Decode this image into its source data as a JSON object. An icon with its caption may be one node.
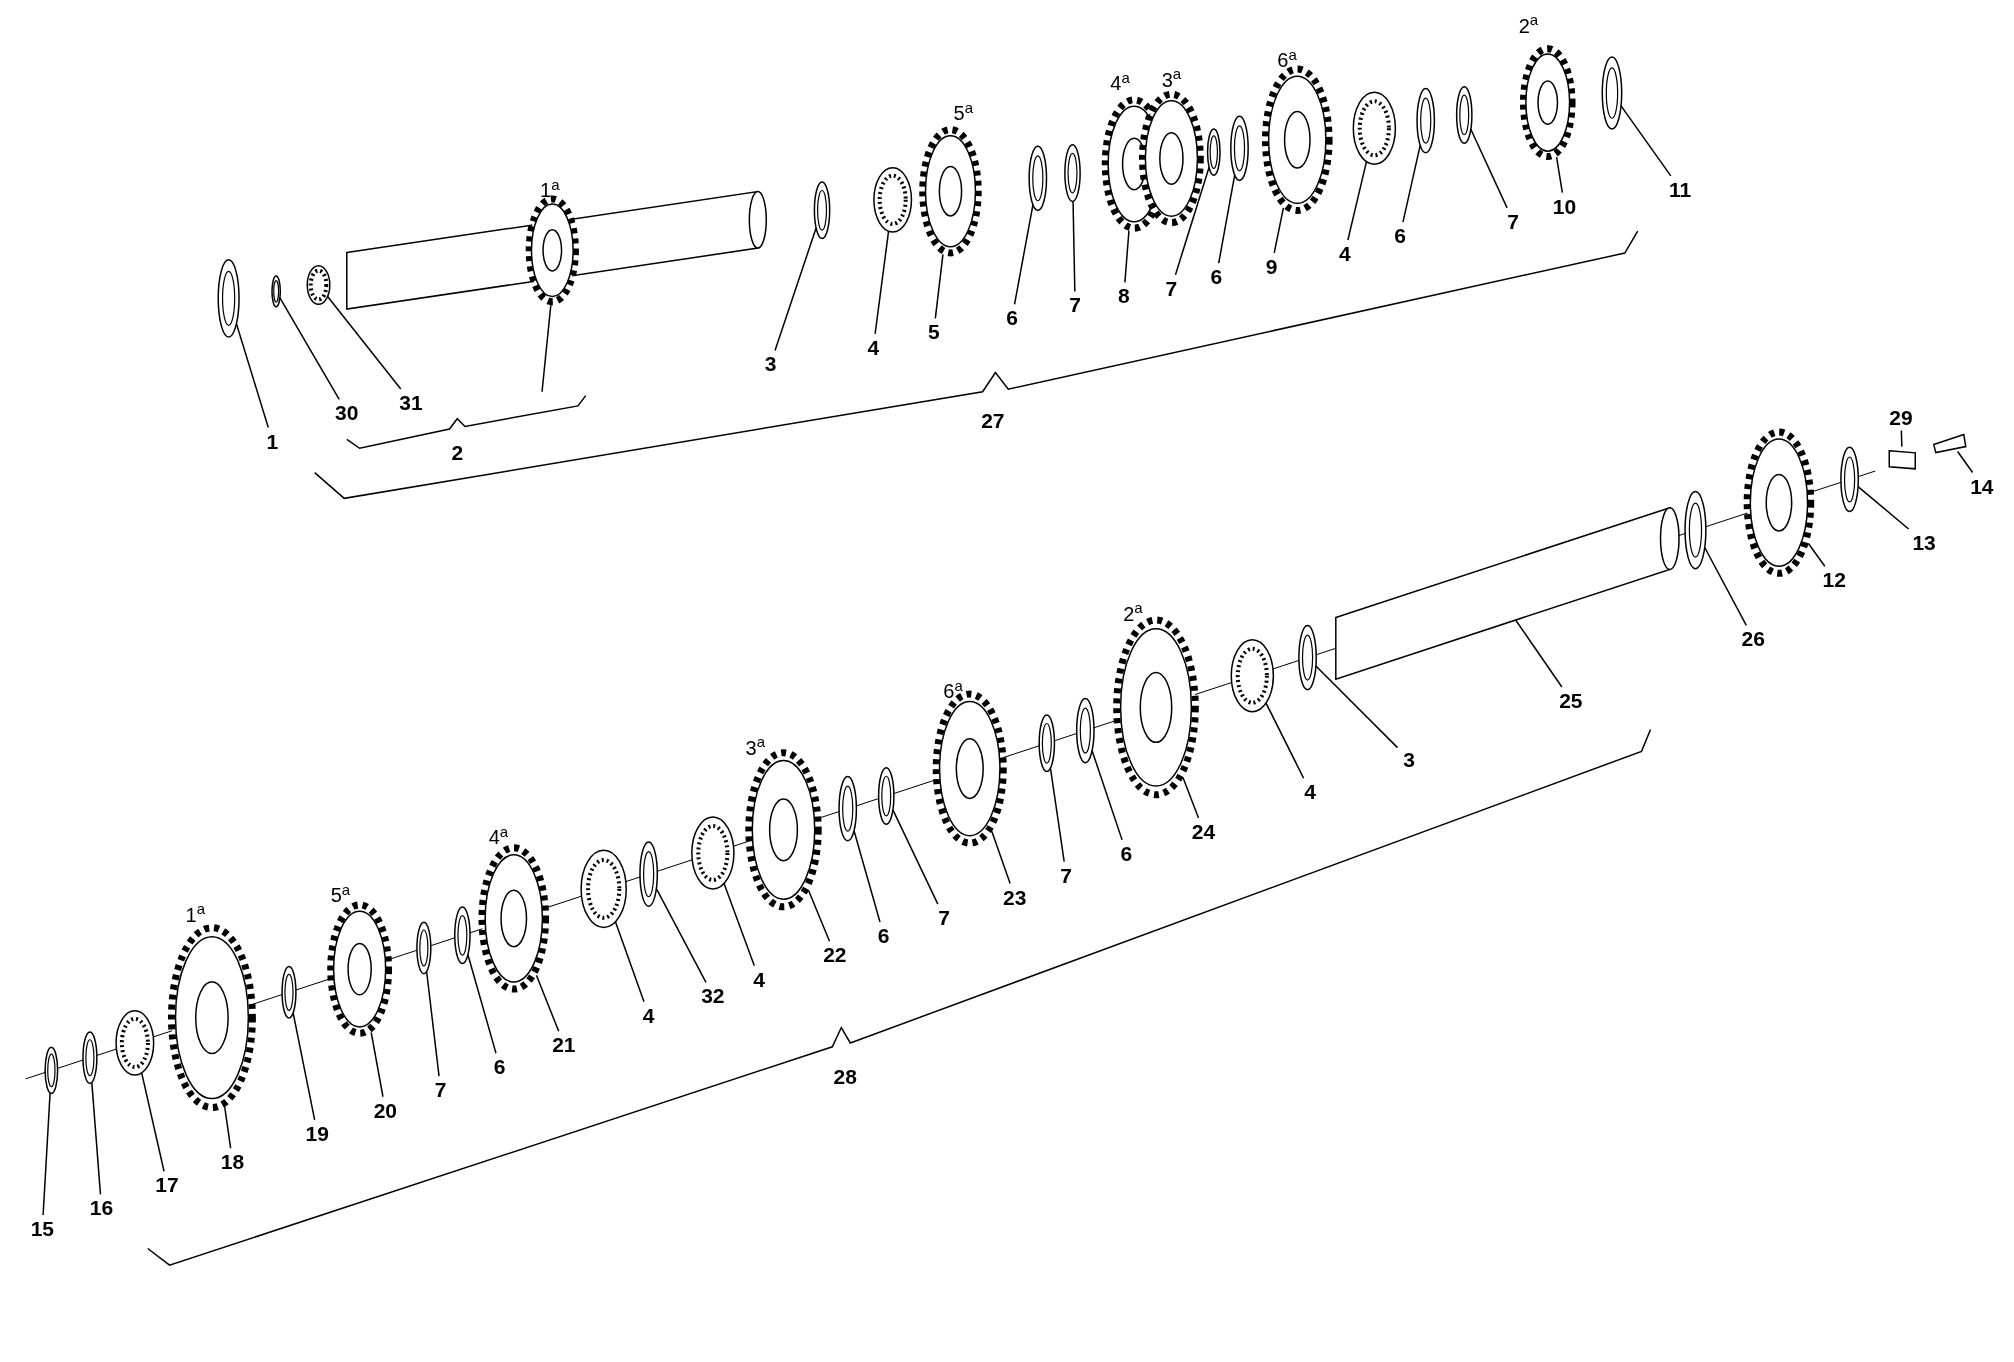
{
  "diagram": {
    "nodes": [
      {
        "text": [
          "1"
        ]
      },
      {
        "text": [
          "30"
        ]
      },
      {
        "text": [
          "31"
        ]
      },
      {
        "text": [
          "3"
        ]
      },
      {
        "text": [
          "4"
        ]
      },
      {
        "text": [
          "5"
        ]
      },
      {
        "text": [
          "6"
        ]
      },
      {
        "text": [
          "7"
        ]
      },
      {
        "text": [
          "8"
        ]
      },
      {
        "text": [
          "7"
        ]
      },
      {
        "text": [
          "6"
        ]
      },
      {
        "text": [
          "9"
        ]
      },
      {
        "text": [
          "4"
        ]
      },
      {
        "text": [
          "6"
        ]
      },
      {
        "text": [
          "7"
        ]
      },
      {
        "text": [
          "10"
        ]
      },
      {
        "text": [
          "11"
        ]
      },
      {
        "text": [
          "29"
        ]
      },
      {
        "text": [
          "14"
        ]
      },
      {
        "text": [
          "13"
        ]
      },
      {
        "text": [
          "12"
        ]
      },
      {
        "text": [
          "26"
        ]
      },
      {
        "text": [
          "25"
        ]
      },
      {
        "text": [
          "3"
        ]
      },
      {
        "text": [
          "4"
        ]
      },
      {
        "text": [
          "24"
        ]
      },
      {
        "text": [
          "6"
        ]
      },
      {
        "text": [
          "7"
        ]
      },
      {
        "text": [
          "23"
        ]
      },
      {
        "text": [
          "7"
        ]
      },
      {
        "text": [
          "6"
        ]
      },
      {
        "text": [
          "22"
        ]
      },
      {
        "text": [
          "4"
        ]
      },
      {
        "text": [
          "32"
        ]
      },
      {
        "text": [
          "4"
        ]
      },
      {
        "text": [
          "21"
        ]
      },
      {
        "text": [
          "6"
        ]
      },
      {
        "text": [
          "7"
        ]
      },
      {
        "text": [
          "20"
        ]
      },
      {
        "text": [
          "19"
        ]
      },
      {
        "text": [
          "18"
        ]
      },
      {
        "text": [
          "17"
        ]
      },
      {
        "text": [
          "16"
        ]
      },
      {
        "text": [
          "15"
        ]
      },
      {
        "text": [],
        "shape": "ring"
      },
      {
        "text": [],
        "shape": "ring"
      },
      {
        "text": [],
        "shape": "bearing"
      },
      {
        "text": [],
        "shape": "shaft",
        "beside": [
          "1$^{a}$"
        ]
      },
      {
        "text": [],
        "shape": "ring"
      },
      {
        "text": [],
        "shape": "bearing"
      },
      {
        "text": [],
        "shape": "gear",
        "beside": [
          "5$^{a}$"
        ]
      },
      {
        "text": [],
        "shape": "ring"
      },
      {
        "text": [],
        "shape": "ring"
      },
      {
        "text": [],
        "shape": "gear",
        "beside": [
          "4$^{a}$",
          "3$^{a}$"
        ]
      },
      {
        "text": [],
        "shape": "ring"
      },
      {
        "text": [],
        "shape": "ring"
      },
      {
        "text": [],
        "shape": "gear",
        "beside": [
          "6$^{a}$"
        ]
      },
      {
        "text": [],
        "shape": "bearing"
      },
      {
        "text": [],
        "shape": "ring"
      },
      {
        "text": [],
        "shape": "ring"
      },
      {
        "text": [],
        "shape": "gear",
        "beside": [
          "2$^{a}$"
        ]
      },
      {
        "text": [],
        "shape": "ring"
      },
      {
        "text": [],
        "shape": "ring"
      },
      {
        "text": [],
        "shape": "ring"
      },
      {
        "text": [],
        "shape": "bearing"
      },
      {
        "text": [],
        "shape": "gear",
        "beside": [
          "1$^{a}$"
        ]
      },
      {
        "text": [],
        "shape": "ring"
      },
      {
        "text": [],
        "shape": "gear",
        "beside": [
          "5$^{a}$"
        ]
      },
      {
        "text": [],
        "shape": "ring"
      },
      {
        "text": [],
        "shape": "ring"
      },
      {
        "text": [],
        "shape": "gear",
        "beside": [
          "4$^{a}$"
        ]
      },
      {
        "text": [],
        "shape": "bearing"
      },
      {
        "text": [],
        "shape": "ring"
      },
      {
        "text": [],
        "shape": "bearing"
      },
      {
        "text": [],
        "shape": "gear",
        "beside": [
          "3$^{a}$"
        ]
      },
      {
        "text": [],
        "shape": "ring"
      },
      {
        "text": [],
        "shape": "ring"
      },
      {
        "text": [],
        "shape": "gear",
        "beside": [
          "6$^{a}$"
        ]
      },
      {
        "text": [],
        "shape": "ring"
      },
      {
        "text": [],
        "shape": "ring"
      },
      {
        "text": [],
        "shape": "gear",
        "beside": [
          "2$^{a}$"
        ]
      },
      {
        "text": [],
        "shape": "bearing"
      },
      {
        "text": [],
        "shape": "ring"
      },
      {
        "text": [],
        "shape": "shaft"
      },
      {
        "text": [],
        "shape": "ring"
      },
      {
        "text": [],
        "shape": "gear"
      },
      {
        "text": [],
        "shape": "ring"
      },
      {
        "text": [],
        "shape": "nut"
      },
      {
        "text": [],
        "shape": "bolt"
      }
    ],
    "edges": [
      {
        "from": 0,
        "to": 44,
        "arrow": "none"
      },
      {
        "from": 1,
        "to": 45,
        "arrow": "none"
      },
      {
        "from": 2,
        "to": 46,
        "arrow": "none"
      },
      {
        "from": 3,
        "to": 48,
        "arrow": "none"
      },
      {
        "from": 4,
        "to": 49,
        "arrow": "none"
      },
      {
        "from": 5,
        "to": 50,
        "arrow": "none"
      },
      {
        "from": 6,
        "to": 51,
        "arrow": "none"
      },
      {
        "from": 7,
        "to": 52,
        "arrow": "none"
      },
      {
        "from": 8,
        "to": 53,
        "arrow": "none"
      },
      {
        "from": 9,
        "to": 54,
        "arrow": "none"
      },
      {
        "from": 10,
        "to": 55,
        "arrow": "none"
      },
      {
        "from": 11,
        "to": 56,
        "arrow": "none"
      },
      {
        "from": 12,
        "to": 57,
        "arrow": "none"
      },
      {
        "from": 13,
        "to": 58,
        "arrow": "none"
      },
      {
        "from": 14,
        "to": 59,
        "arrow": "none"
      },
      {
        "from": 15,
        "to": 60,
        "arrow": "none"
      },
      {
        "from": 16,
        "to": 61,
        "arrow": "none"
      },
      {
        "from": 17,
        "to": 87,
        "arrow": "none"
      },
      {
        "from": 18,
        "to": 88,
        "arrow": "none"
      },
      {
        "from": 19,
        "to": 86,
        "arrow": "none"
      },
      {
        "from": 20,
        "to": 85,
        "arrow": "none"
      },
      {
        "from": 21,
        "to": 84,
        "arrow": "none"
      },
      {
        "from": 22,
        "to": 83,
        "arrow": "none"
      },
      {
        "from": 23,
        "to": 82,
        "arrow": "none"
      },
      {
        "from": 24,
        "to": 81,
        "arrow": "none"
      },
      {
        "from": 25,
        "to": 80,
        "arrow": "none"
      },
      {
        "from": 26,
        "to": 79,
        "arrow": "none"
      },
      {
        "from": 27,
        "to": 78,
        "arrow": "none"
      },
      {
        "from": 28,
        "to": 77,
        "arrow": "none"
      },
      {
        "from": 29,
        "to": 76,
        "arrow": "none"
      },
      {
        "from": 30,
        "to": 75,
        "arrow": "none"
      },
      {
        "from": 31,
        "to": 74,
        "arrow": "none"
      },
      {
        "from": 32,
        "to": 73,
        "arrow": "none"
      },
      {
        "from": 33,
        "to": 72,
        "arrow": "none"
      },
      {
        "from": 34,
        "to": 71,
        "arrow": "none"
      },
      {
        "from": 35,
        "to": 70,
        "arrow": "none"
      },
      {
        "from": 36,
        "to": 69,
        "arrow": "none"
      },
      {
        "from": 37,
        "to": 68,
        "arrow": "none"
      },
      {
        "from": 38,
        "to": 67,
        "arrow": "none"
      },
      {
        "from": 39,
        "to": 66,
        "arrow": "none"
      },
      {
        "from": 40,
        "to": 65,
        "arrow": "none"
      },
      {
        "from": 41,
        "to": 64,
        "arrow": "none"
      },
      {
        "from": 42,
        "to": 63,
        "arrow": "none"
      },
      {
        "from": 43,
        "to": 62,
        "arrow": "none"
      }
    ],
    "labels": [
      "2",
      "27",
      "28"
    ]
  }
}
